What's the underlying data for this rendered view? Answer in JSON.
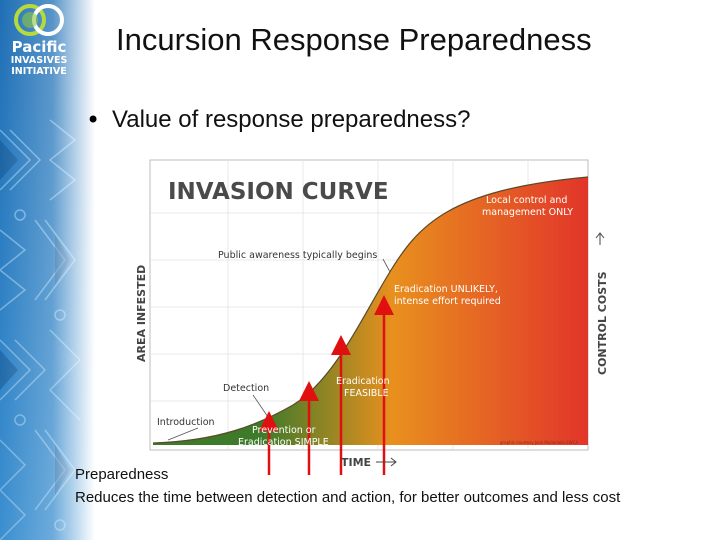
{
  "logo": {
    "line1": "Pacific",
    "line2": "INVASIVES",
    "line3": "INITIATIVE"
  },
  "slide": {
    "title": "Incursion Response Preparedness",
    "bullet": "Value of response preparedness?"
  },
  "diagram": {
    "title": "INVASION CURVE",
    "y_axis_label": "AREA INFESTED",
    "x_axis_label": "TIME",
    "right_axis_label": "CONTROL COSTS",
    "labels": {
      "introduction": "Introduction",
      "detection": "Detection",
      "public_awareness": "Public awareness typically begins",
      "prevention_line1": "Prevention or",
      "prevention_line2": "Eradication SIMPLE",
      "eradication_feasible_line1": "Eradication",
      "eradication_feasible_line2": "FEASIBLE",
      "eradication_unlikely_line1": "Eradication UNLIKELY,",
      "eradication_unlikely_line2": "intense effort required",
      "local_control_line1": "Local control and",
      "local_control_line2": "management ONLY",
      "credit": "graphic courtesy Josh Mullerleile EWCA"
    },
    "colors": {
      "early": "#3d7a2a",
      "mid": "#e8901e",
      "late": "#e2352a",
      "arrow": "#e01010"
    }
  },
  "caption": {
    "title": "Preparedness",
    "body": "Reduces the time between detection and action, for better outcomes and less cost"
  }
}
